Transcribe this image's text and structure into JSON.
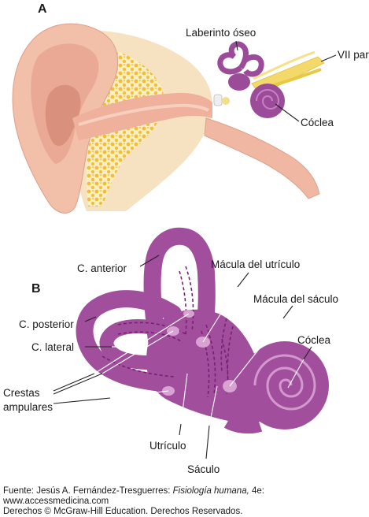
{
  "panel_a": {
    "letter": "A",
    "labels": {
      "laberinto_oseo": "Laberinto óseo",
      "vii_par": "VII par",
      "coclea": "Cóclea"
    }
  },
  "panel_b": {
    "letter": "B",
    "labels": {
      "c_anterior": "C. anterior",
      "c_posterior": "C. posterior",
      "c_lateral": "C. lateral",
      "crestas_line1": "Crestas",
      "crestas_line2": "ampulares",
      "macula_utriculo": "Mácula del utrículo",
      "macula_saculo": "Mácula del sáculo",
      "coclea": "Cóclea",
      "utriculo": "Utrículo",
      "saculo": "Sáculo"
    }
  },
  "footer": {
    "fuente_prefix": "Fuente: Jesús A. Fernández-Tresguerres: ",
    "book_title": "Fisiología humana,",
    "edition": " 4e:",
    "url": "www.accessmedicina.com",
    "rights": "Derechos © McGraw-Hill Education. Derechos Reservados."
  },
  "colors": {
    "skin": "#f2c0ab",
    "bone": "#f7e7c2",
    "marrow": "#f1c640",
    "labyrinth": "#9c4a9a",
    "labyrinth_light": "#c683c0",
    "nerve": "#f3d96a"
  }
}
